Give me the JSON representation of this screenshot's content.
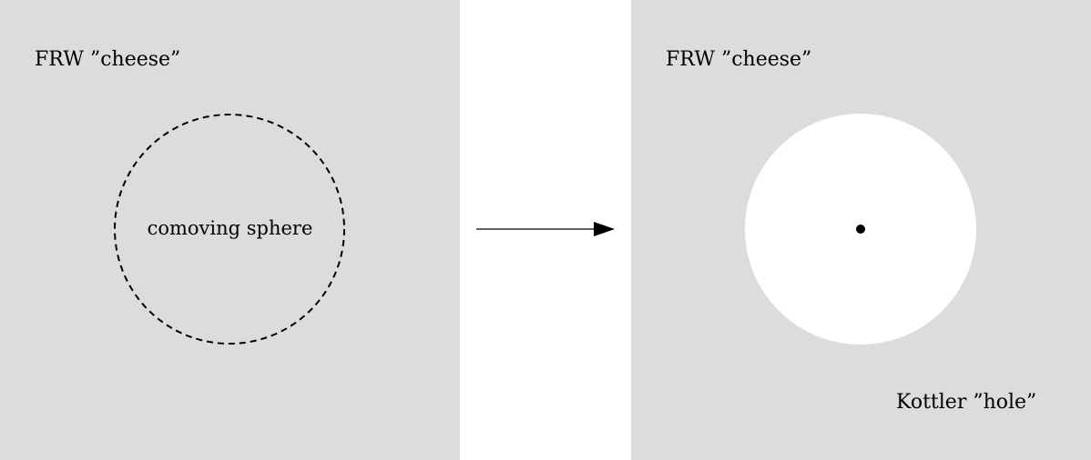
{
  "left_panel": {
    "title": "FRW ”cheese”",
    "sphere_label": "comoving sphere"
  },
  "right_panel": {
    "title": "FRW ”cheese”",
    "hole_label": "Kottler ”hole”"
  },
  "colors": {
    "panel_background": "#dcdcdc",
    "hole_fill": "#ffffff",
    "stroke": "#000000"
  }
}
